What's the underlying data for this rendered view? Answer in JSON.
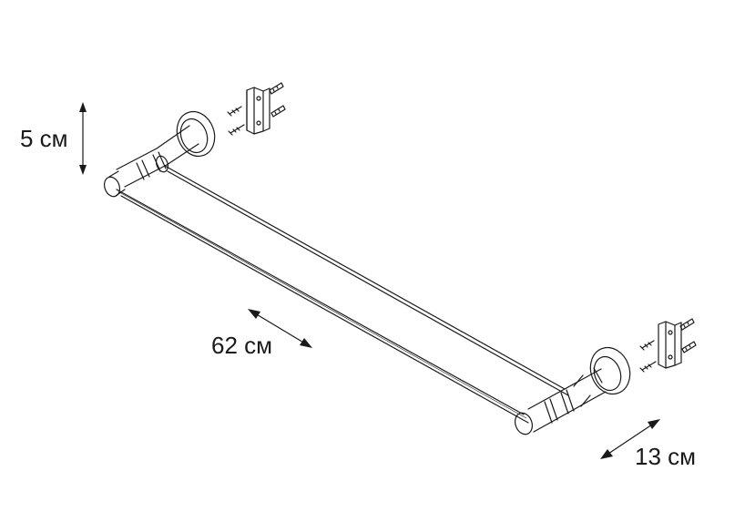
{
  "dimensions": {
    "height": "5 см",
    "length": "62 см",
    "depth": "13 см"
  },
  "colors": {
    "stroke": "#1a1a1a",
    "background": "#ffffff"
  }
}
